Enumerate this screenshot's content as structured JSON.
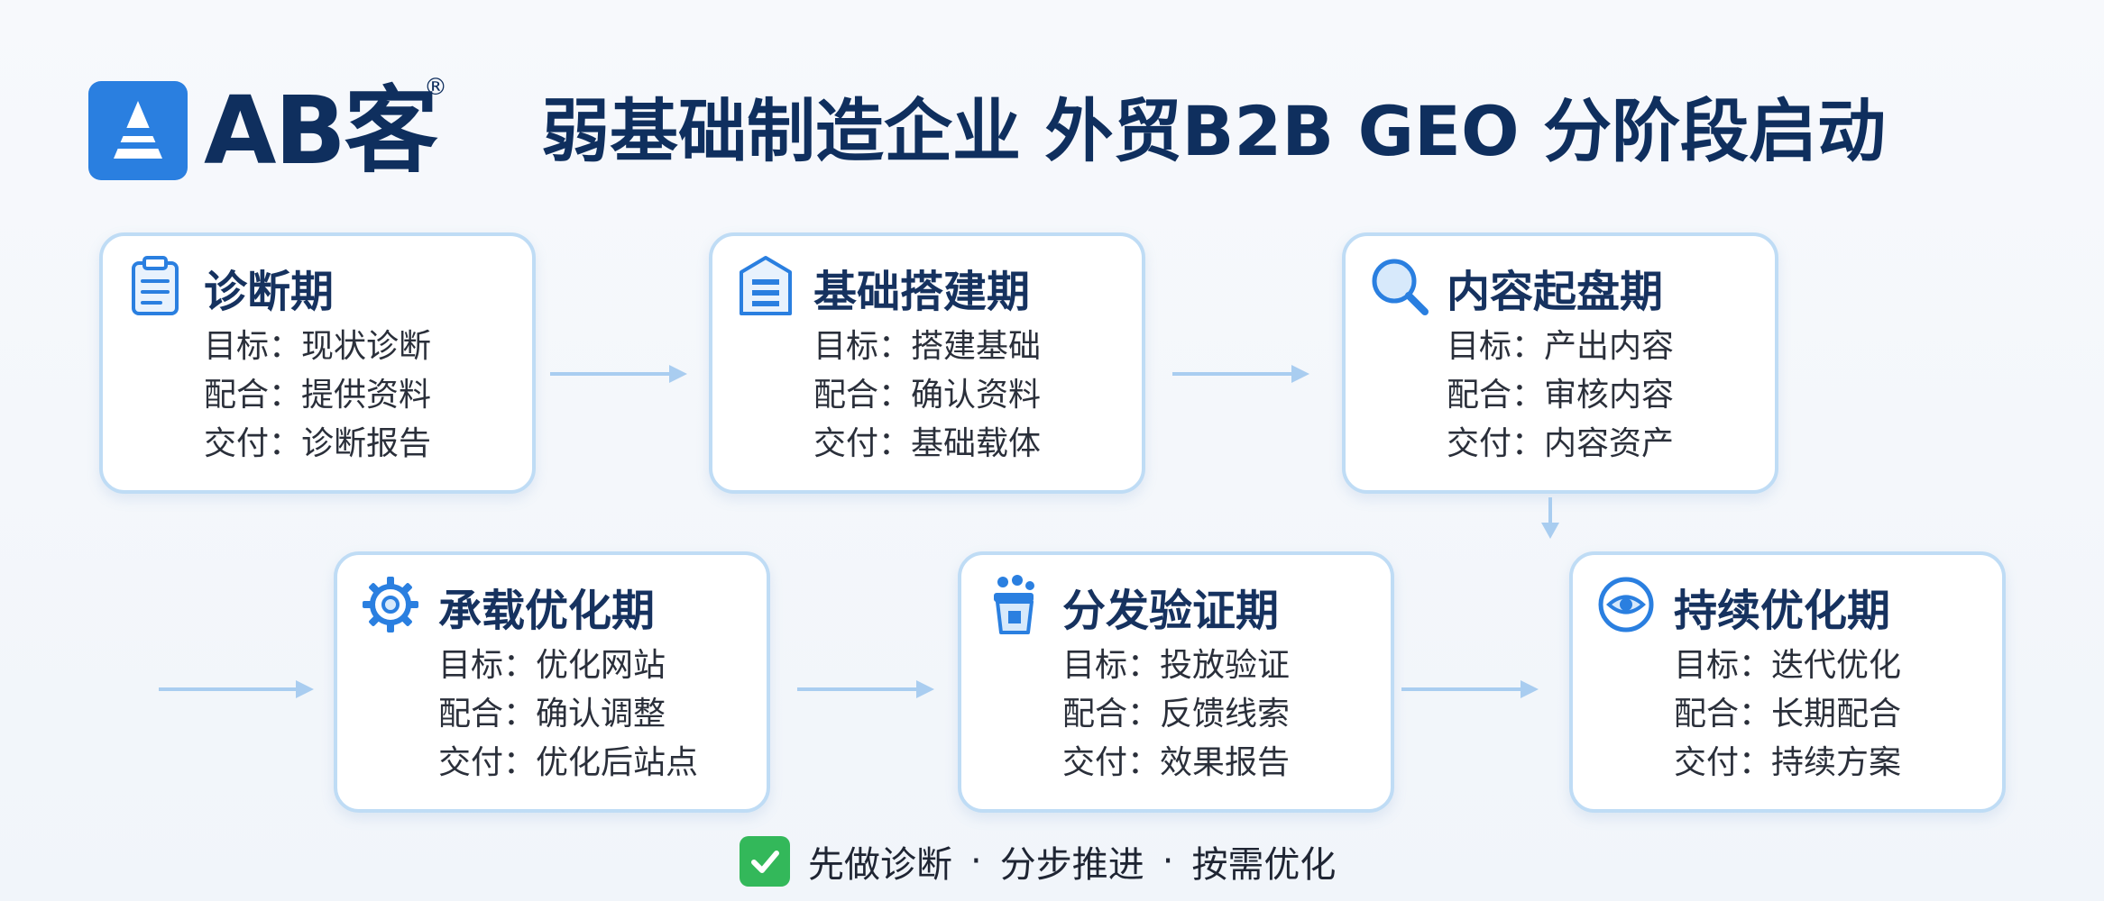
{
  "brand": {
    "name": "AB客",
    "registered_mark": "®",
    "logo_color": "#2a7fe0"
  },
  "title": "弱基础制造企业 外贸B2B GEO 分阶段启动",
  "colors": {
    "card_border": "#bfdcf5",
    "icon_blue": "#2a7fe0",
    "title_navy": "#0f2f5e",
    "arrow": "#a9cdf0",
    "check_green": "#33b85a"
  },
  "stages": [
    {
      "title": "诊断期",
      "icon": "clipboard-icon",
      "goal": "目标：现状诊断",
      "coop": "配合：提供资料",
      "deliver": "交付：诊断报告"
    },
    {
      "title": "基础搭建期",
      "icon": "building-icon",
      "goal": "目标：搭建基础",
      "coop": "配合：确认资料",
      "deliver": "交付：基础载体"
    },
    {
      "title": "内容起盘期",
      "icon": "magnifier-icon",
      "goal": "目标：产出内容",
      "coop": "配合：审核内容",
      "deliver": "交付：内容资产"
    },
    {
      "title": "承载优化期",
      "icon": "gear-icon",
      "goal": "目标：优化网站",
      "coop": "配合：确认调整",
      "deliver": "交付：优化后站点"
    },
    {
      "title": "分发验证期",
      "icon": "distribution-icon",
      "goal": "目标：投放验证",
      "coop": "配合：反馈线索",
      "deliver": "交付：效果报告"
    },
    {
      "title": "持续优化期",
      "icon": "eye-icon",
      "goal": "目标：迭代优化",
      "coop": "配合：长期配合",
      "deliver": "交付：持续方案"
    }
  ],
  "footer": {
    "icon": "check-icon",
    "items": [
      "先做诊断",
      "分步推进",
      "按需优化"
    ],
    "separator": "·"
  }
}
